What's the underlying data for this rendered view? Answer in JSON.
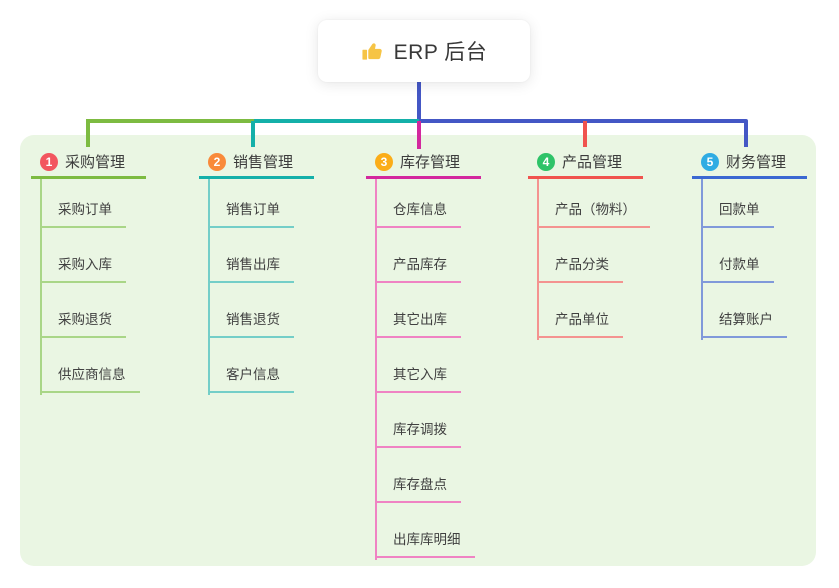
{
  "root": {
    "title": "ERP 后台",
    "icon": "thumbs-up"
  },
  "colors": {
    "connector_blue": "#4457c5",
    "panel_background": "#eaf6e3",
    "canvas_background": "#ffffff",
    "root_text": "#383838",
    "node_text": "#404040",
    "thumb_yellow": "#f6c445"
  },
  "branches": [
    {
      "index": "1",
      "label": "采购管理",
      "badge_color": "#f2565f",
      "line_color": "#7dbb41",
      "sub_line_color": "#a9d687",
      "items": [
        "采购订单",
        "采购入库",
        "采购退货",
        "供应商信息"
      ]
    },
    {
      "index": "2",
      "label": "销售管理",
      "badge_color": "#f98a3a",
      "line_color": "#14b0a9",
      "sub_line_color": "#74cec8",
      "items": [
        "销售订单",
        "销售出库",
        "销售退货",
        "客户信息"
      ]
    },
    {
      "index": "3",
      "label": "库存管理",
      "badge_color": "#fbad18",
      "line_color": "#d3289e",
      "sub_line_color": "#ef83c3",
      "items": [
        "仓库信息",
        "产品库存",
        "其它出库",
        "其它入库",
        "库存调拨",
        "库存盘点",
        "出库库明细"
      ]
    },
    {
      "index": "4",
      "label": "产品管理",
      "badge_color": "#2ec368",
      "line_color": "#f0534e",
      "sub_line_color": "#f49390",
      "items": [
        "产品（物料）",
        "产品分类",
        "产品单位"
      ]
    },
    {
      "index": "5",
      "label": "财务管理",
      "badge_color": "#2face3",
      "line_color": "#3b68d2",
      "sub_line_color": "#8099da",
      "items": [
        "回款单",
        "付款单",
        "结算账户"
      ]
    }
  ]
}
